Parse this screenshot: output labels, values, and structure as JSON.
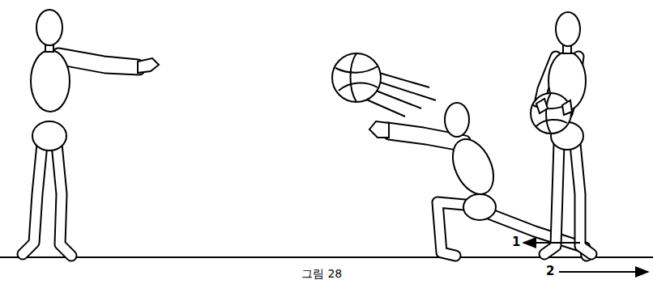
{
  "diagram": {
    "caption": "그림 28",
    "labels": [
      "1",
      "2"
    ]
  }
}
